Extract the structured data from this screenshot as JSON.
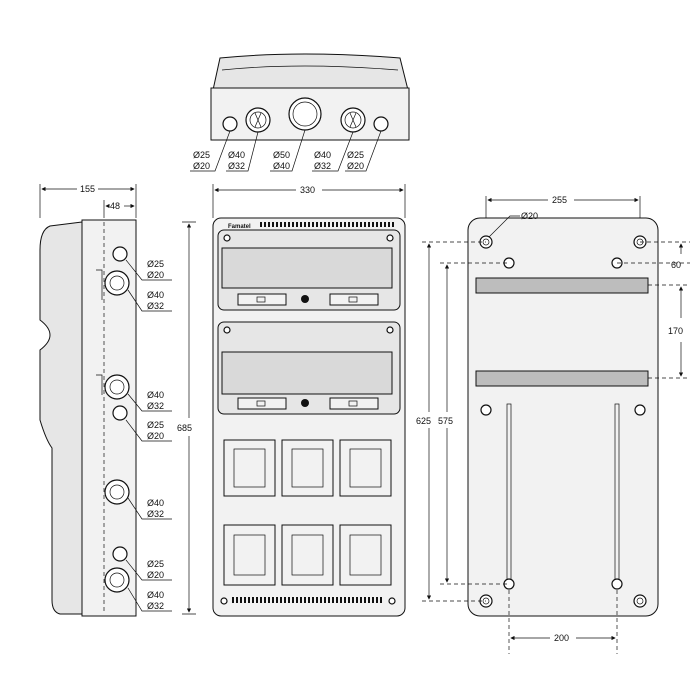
{
  "top_view": {
    "labels": [
      {
        "a": "Ø25",
        "b": "Ø20"
      },
      {
        "a": "Ø40",
        "b": "Ø32"
      },
      {
        "a": "Ø50",
        "b": "Ø40"
      },
      {
        "a": "Ø40",
        "b": "Ø32"
      },
      {
        "a": "Ø25",
        "b": "Ø20"
      }
    ]
  },
  "side_view": {
    "dim_width": "155",
    "dim_depth": "48",
    "dim_height": "685",
    "labels": [
      {
        "a": "Ø25",
        "b": "Ø20"
      },
      {
        "a": "Ø40",
        "b": "Ø32"
      },
      {
        "a": "Ø40",
        "b": "Ø32"
      },
      {
        "a": "Ø25",
        "b": "Ø20"
      },
      {
        "a": "Ø40",
        "b": "Ø32"
      },
      {
        "a": "Ø25",
        "b": "Ø20"
      },
      {
        "a": "Ø40",
        "b": "Ø32"
      }
    ]
  },
  "front_view": {
    "brand": "Famatel",
    "dim_width": "330"
  },
  "back_view": {
    "dim_top": "255",
    "hole_label": "Ø20",
    "dim_60": "60",
    "dim_170": "170",
    "dim_625": "625",
    "dim_575": "575",
    "dim_200": "200"
  }
}
